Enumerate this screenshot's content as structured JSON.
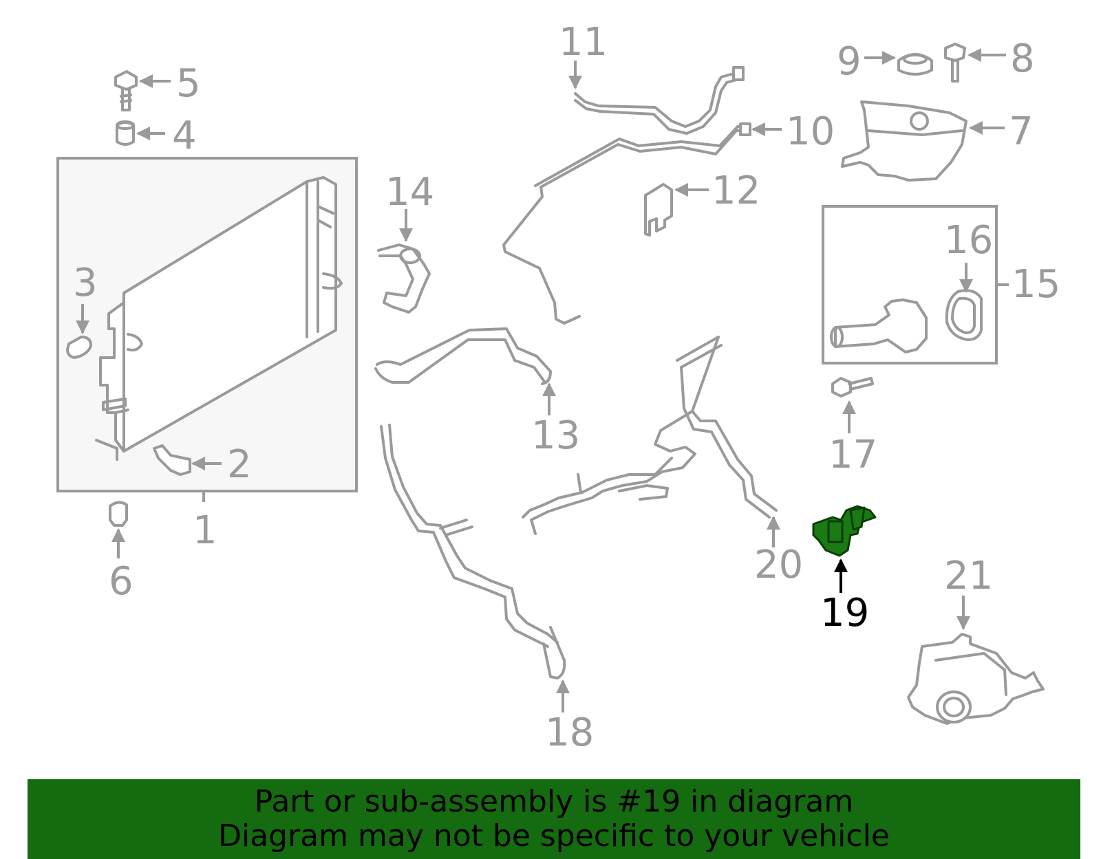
{
  "callouts": {
    "c1": "1",
    "c2": "2",
    "c3": "3",
    "c4": "4",
    "c5": "5",
    "c6": "6",
    "c7": "7",
    "c8": "8",
    "c9": "9",
    "c10": "10",
    "c11": "11",
    "c12": "12",
    "c13": "13",
    "c14": "14",
    "c15": "15",
    "c16": "16",
    "c17": "17",
    "c18": "18",
    "c19": "19",
    "c20": "20",
    "c21": "21"
  },
  "highlighted_part": "19",
  "colors": {
    "line_gray": "#9a9a9a",
    "highlight_green": "#1a7a14",
    "banner_green": "#156b10",
    "box_fill": "#f7f7f7"
  },
  "banner": {
    "line1": "Part or sub-assembly is #19 in diagram",
    "line2": "Diagram may not be specific to your vehicle"
  }
}
